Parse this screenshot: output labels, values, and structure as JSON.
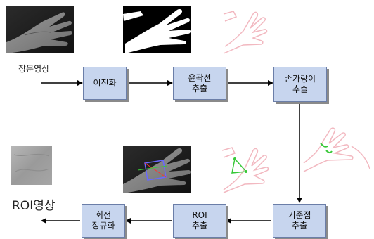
{
  "labels": {
    "palm_input": "장문영상",
    "roi_output": "ROI영상"
  },
  "steps": {
    "binarize": {
      "line1": "이진화"
    },
    "contour": {
      "line1": "윤곽선",
      "line2": "추출"
    },
    "finger_valley": {
      "line1": "손가랑이",
      "line2": "추출"
    },
    "reference_point": {
      "line1": "기준점",
      "line2": "추출"
    },
    "roi": {
      "line1": "ROI",
      "line2": "추출"
    },
    "rotation": {
      "line1": "회전",
      "line2": "정규화"
    }
  },
  "colors": {
    "box_fill": "#c7d5ee",
    "box_border": "#6b7ea8",
    "arrow": "#000000",
    "contour_line": "#f2b8c0",
    "marker_green": "#38c838"
  }
}
